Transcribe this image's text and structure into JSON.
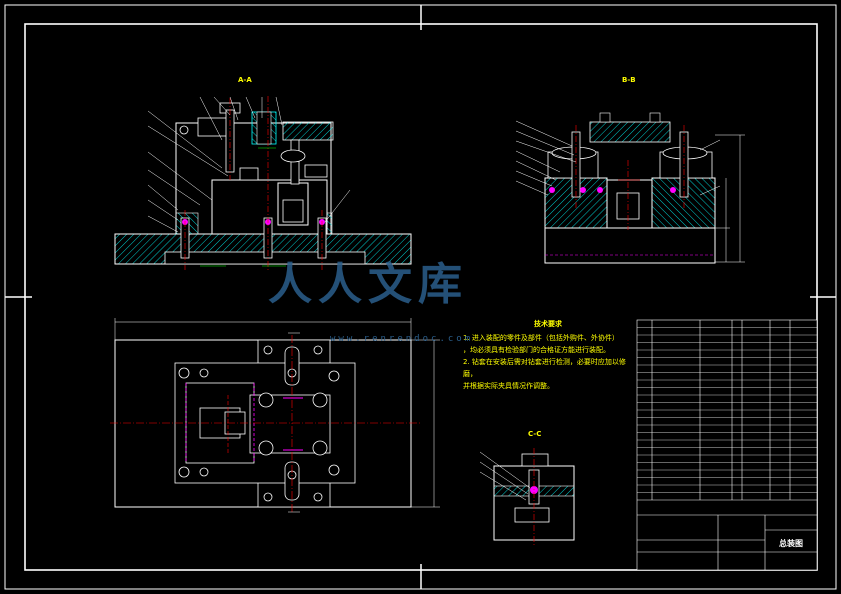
{
  "views": {
    "view_a": "A-A",
    "view_b": "B-B",
    "view_c": "C-C"
  },
  "notes": {
    "title": "技术要求",
    "lines": [
      "1. 进入装配的零件及部件（包括外购件、外协件）",
      "，均必须具有检验部门的合格证方能进行装配。",
      "2. 钻套在安装后需对钻套进行检测，必要时应加以修磨，",
      "并根据实际夹具情况作调整。"
    ]
  },
  "watermark": {
    "text": "人人文库",
    "url": "www.renrendoc.com"
  },
  "title_block": {
    "drawing_name": "总装图"
  },
  "colors": {
    "frame": "#ffffff",
    "part": "#ffffff",
    "centerline": "#ff0000",
    "hatch": "#00ffff",
    "dimension": "#00ff00",
    "highlight": "#ff00ff",
    "notes": "#ffff00"
  }
}
